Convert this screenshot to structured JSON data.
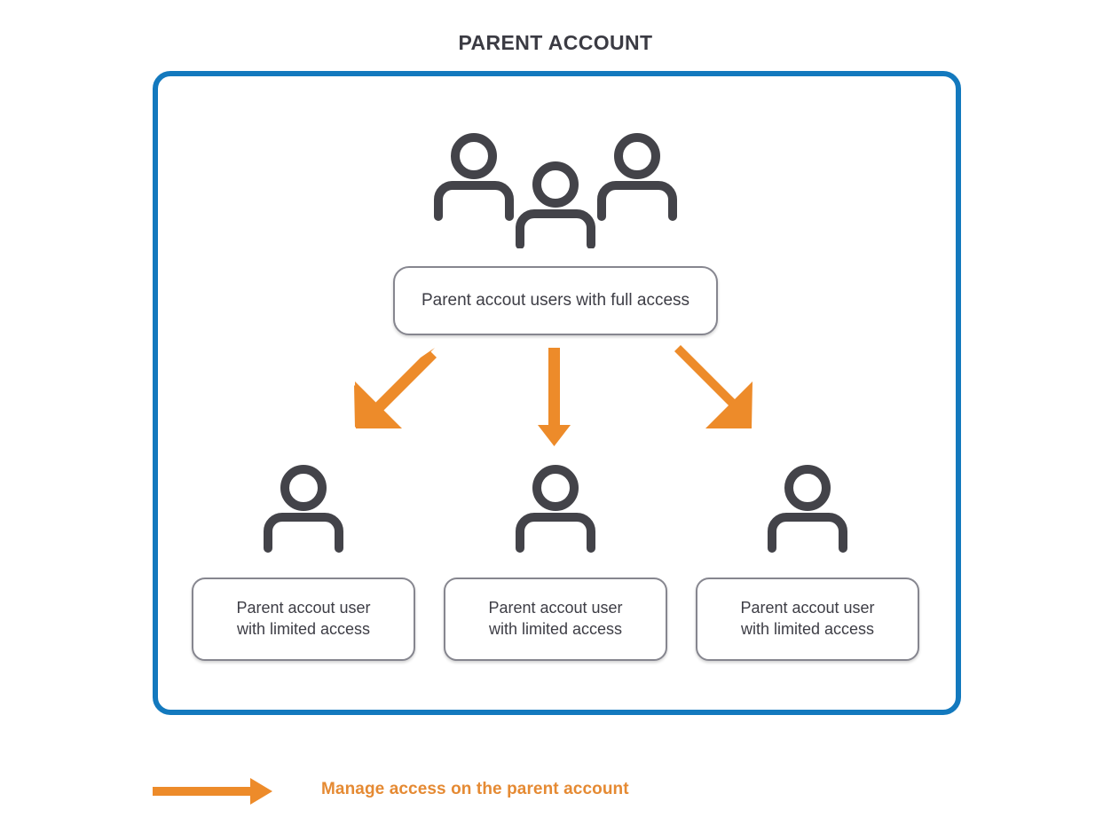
{
  "page": {
    "title": "PARENT ACCOUNT",
    "background": "#ffffff"
  },
  "colors": {
    "frame_blue": "#1379be",
    "arrow_orange": "#ed8b2a",
    "legend_orange": "#e58a33",
    "icon_gray": "#434349",
    "box_border_gray": "#86868f",
    "text_dark": "#3d3d45",
    "title_dark": "#3b3b43"
  },
  "account_frame": {
    "name": "parent-account-container",
    "group_icon": "users-group-icon",
    "parent_box": {
      "text": "Parent accout users with full access"
    },
    "arrows": [
      {
        "name": "arrow-to-child-1",
        "direction": "down-left",
        "icon": "arrow-down-left-icon"
      },
      {
        "name": "arrow-to-child-2",
        "direction": "down",
        "icon": "arrow-down-icon"
      },
      {
        "name": "arrow-to-child-3",
        "direction": "down-right",
        "icon": "arrow-down-right-icon"
      }
    ],
    "children": [
      {
        "icon": "person-icon",
        "line1": "Parent accout user",
        "line2": "with limited access"
      },
      {
        "icon": "person-icon",
        "line1": "Parent accout user",
        "line2": "with limited access"
      },
      {
        "icon": "person-icon",
        "line1": "Parent accout user",
        "line2": "with limited access"
      }
    ]
  },
  "legend": {
    "arrow_icon": "arrow-right-icon",
    "text": "Manage access on the parent account"
  }
}
